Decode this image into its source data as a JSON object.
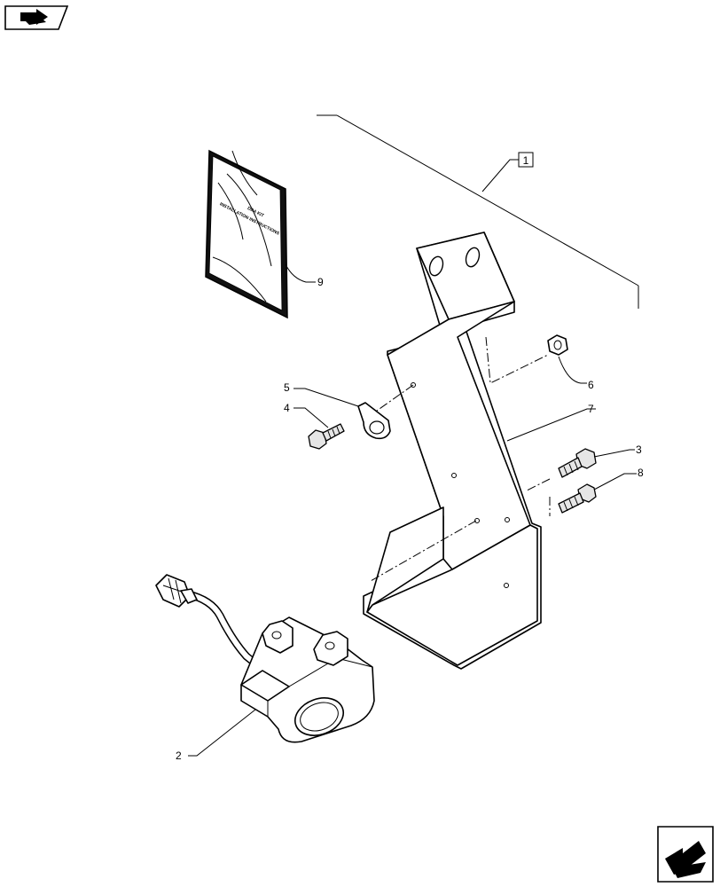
{
  "callouts": {
    "kit": "1",
    "lamp": "2",
    "bolt_long": "3",
    "bolt_short": "4",
    "clip": "5",
    "nut": "6",
    "bracket": "7",
    "bolt_stud": "8",
    "manual": "9"
  },
  "manual_text": {
    "line1": "DDA KIT",
    "line2": "INSTALLATION INSTRUCTIONS"
  },
  "nav": {
    "top_icon": "previous-page-icon",
    "bottom_icon": "next-page-icon"
  }
}
